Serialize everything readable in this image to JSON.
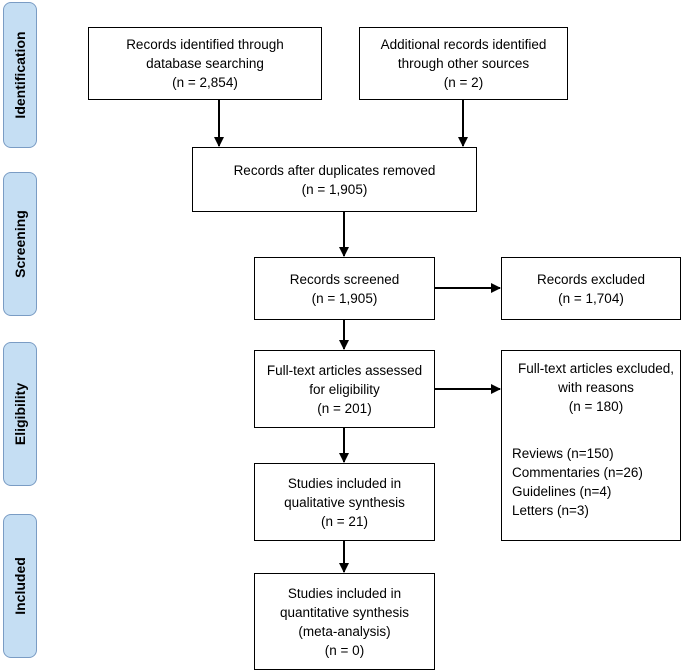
{
  "phases": {
    "identification": "Identification",
    "screening": "Screening",
    "eligibility": "Eligibility",
    "included": "Included"
  },
  "boxes": {
    "database_search": [
      "Records identified through",
      "database searching",
      "(n = 2,854)"
    ],
    "other_sources": [
      "Additional records identified",
      "through other sources",
      "(n = 2)"
    ],
    "after_duplicates": [
      "Records after duplicates removed",
      "(n = 1,905)"
    ],
    "screened": [
      "Records screened",
      "(n = 1,905)"
    ],
    "excluded": [
      "Records excluded",
      "(n = 1,704)"
    ],
    "fulltext_assessed": [
      "Full-text articles assessed",
      "for eligibility",
      "(n = 201)"
    ],
    "fulltext_excluded": {
      "header": [
        "Full-text articles excluded,",
        "with reasons",
        "(n = 180)"
      ],
      "reasons": [
        "Reviews (n=150)",
        "Commentaries (n=26)",
        "Guidelines (n=4)",
        "Letters (n=3)"
      ]
    },
    "qualitative": [
      "Studies included in",
      "qualitative synthesis",
      "(n = 21)"
    ],
    "quantitative": [
      "Studies included in",
      "quantitative synthesis",
      "(meta-analysis)",
      "(n = 0)"
    ]
  }
}
